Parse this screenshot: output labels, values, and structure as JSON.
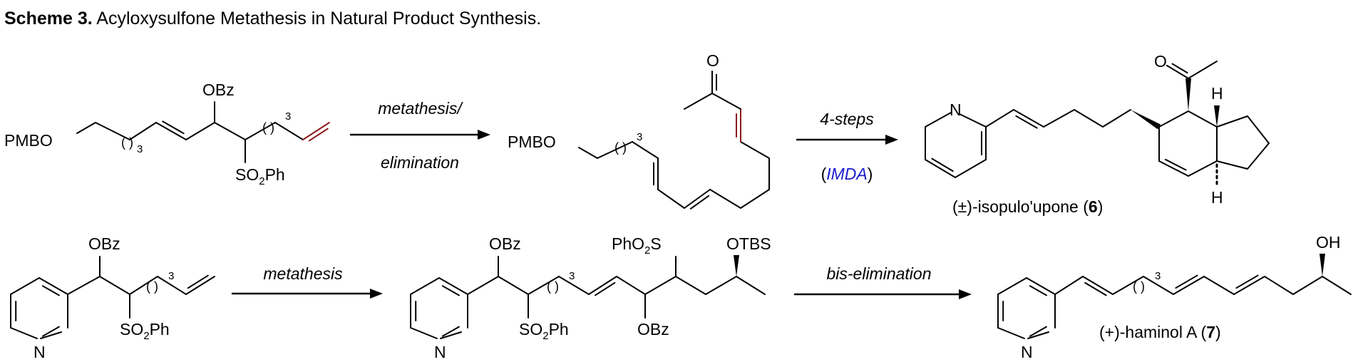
{
  "title": {
    "label": "Scheme 3.",
    "text": "Acyloxysulfone Metathesis in Natural Product Synthesis."
  },
  "colors": {
    "highlight_bond": "#8b1a1a",
    "imda": "#1a1acc"
  },
  "row1": {
    "sm": {
      "pmbo": "PMBO",
      "obz": "OBz",
      "so2": "SO",
      "so2_sub": "2",
      "ph": "Ph",
      "n1": "3",
      "n2": "3"
    },
    "arrow1": {
      "top": "metathesis/",
      "bottom": "elimination"
    },
    "intermediate": {
      "pmbo": "PMBO",
      "o": "O",
      "n": "3"
    },
    "arrow2": {
      "top": "4-steps",
      "open": "(",
      "imda": "IMDA",
      "close": ")"
    },
    "product": {
      "n": "N",
      "o": "O",
      "h1": "H",
      "h2": "H",
      "name": "(±)-isopulo'upone (",
      "num": "6",
      "close": ")"
    }
  },
  "row2": {
    "sm": {
      "n": "N",
      "obz": "OBz",
      "so2": "SO",
      "so2_sub": "2",
      "ph": "Ph",
      "n1": "3"
    },
    "arrow1": {
      "top": "metathesis"
    },
    "intermediate": {
      "n": "N",
      "obz1": "OBz",
      "so2": "SO",
      "so2_sub": "2",
      "ph": "Ph",
      "obz2": "OBz",
      "pho2s_a": "PhO",
      "pho2s_sub": "2",
      "pho2s_b": "S",
      "otbs": "OTBS",
      "n1": "3"
    },
    "arrow2": {
      "top": "bis-elimination"
    },
    "product": {
      "n": "N",
      "oh": "OH",
      "n1": "3",
      "name": "(+)-haminol A (",
      "num": "7",
      "close": ")"
    }
  }
}
